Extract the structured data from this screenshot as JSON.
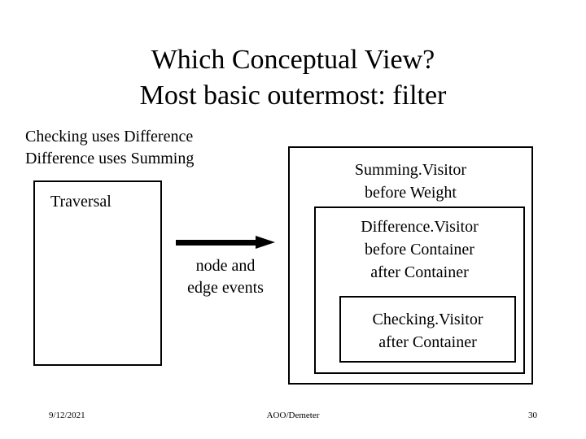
{
  "slide": {
    "title": "Which Conceptual View?\nMost basic outermost: filter",
    "uses_text": "Checking uses Difference\nDifference uses Summing",
    "traversal_box": {
      "label": "Traversal"
    },
    "arrow": {
      "icon": "right-arrow-icon",
      "caption": "node and\nedge events"
    },
    "visitor_boxes": {
      "outer": {
        "label": "Summing.Visitor\nbefore Weight"
      },
      "middle": {
        "label": "Difference.Visitor\nbefore Container\nafter Container"
      },
      "inner": {
        "label": "Checking.Visitor\nafter Container"
      }
    },
    "footer": {
      "date": "9/12/2021",
      "course": "AOO/Demeter",
      "page_number": "30"
    },
    "colors": {
      "background": "#ffffff",
      "text": "#000000",
      "border": "#000000"
    }
  }
}
